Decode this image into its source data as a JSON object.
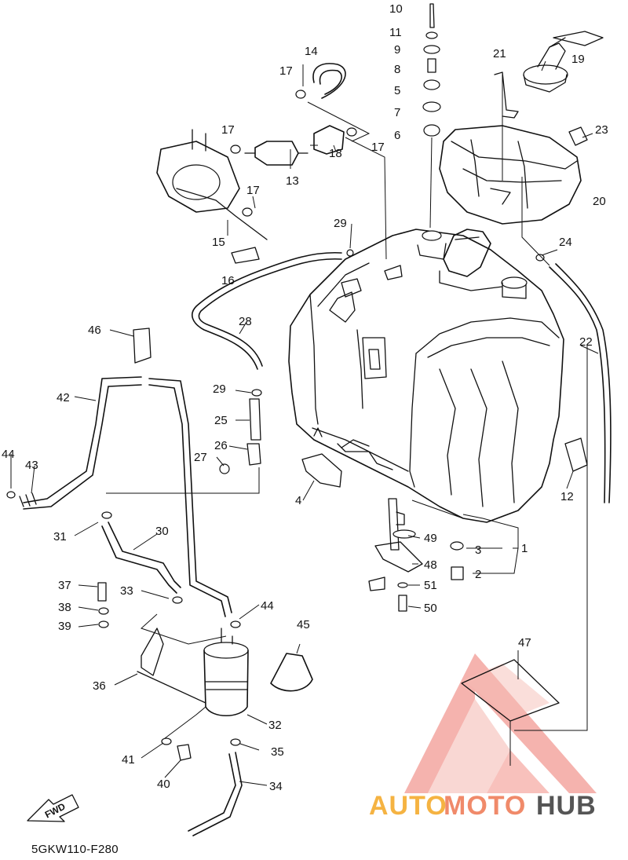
{
  "diagram": {
    "drawing_code": "5GKW110-F280",
    "direction_label": "FWD",
    "callouts": [
      "1",
      "2",
      "3",
      "4",
      "5",
      "6",
      "7",
      "8",
      "9",
      "10",
      "11",
      "12",
      "13",
      "14",
      "15",
      "16",
      "17",
      "17",
      "17",
      "17",
      "18",
      "19",
      "20",
      "21",
      "22",
      "23",
      "24",
      "25",
      "26",
      "27",
      "28",
      "29",
      "29",
      "30",
      "31",
      "32",
      "33",
      "34",
      "35",
      "36",
      "37",
      "38",
      "39",
      "40",
      "41",
      "42",
      "43",
      "44",
      "44",
      "45",
      "46",
      "47",
      "48",
      "49",
      "50",
      "51"
    ]
  },
  "watermark": {
    "text_auto": "AUTO",
    "text_moto": "MOTO",
    "text_hub": "HUB",
    "color_auto": "#f5b342",
    "color_moto": "#f08a6a",
    "color_hub": "#555555",
    "logo_color": "#e8473a"
  }
}
